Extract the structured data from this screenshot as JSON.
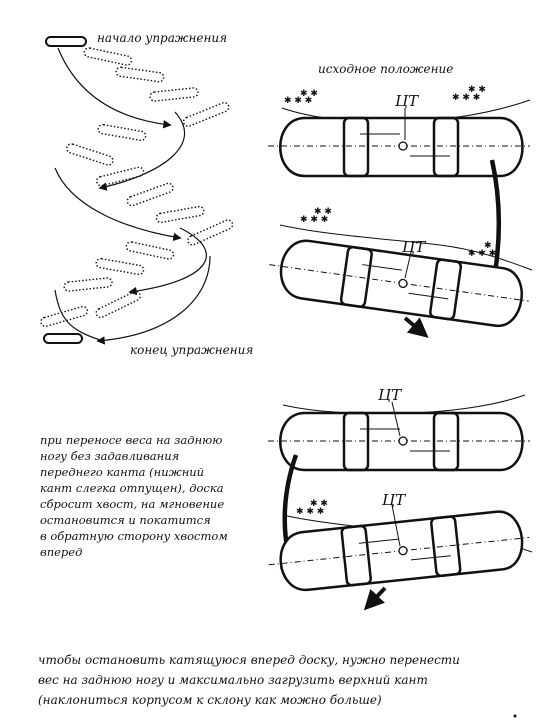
{
  "left_sequence": {
    "start_label": "начало упражнения",
    "end_label": "конец упражнения"
  },
  "right_top": {
    "title": "исходное положение",
    "cg_label_1": "ЦТ",
    "cg_label_2": "ЦТ"
  },
  "right_bottom": {
    "cg_label_1": "ЦТ",
    "cg_label_2": "ЦТ"
  },
  "middle_text": "при переносе веса на заднюю\nногу без задавливания\nпереднего канта (нижний\nкант слегка отпущен), доска\nсбросит хвост, на мгновение\nостановится и покатится\nв обратную сторону хвостом\nвперед",
  "bottom_text": "чтобы остановить катящуюся вперед доску, нужно перенести\nвес на заднюю ногу и максимально загрузить верхний кант\n(наклониться корпусом к склону как можно больше)",
  "colors": {
    "ink": "#111111",
    "background": "#ffffff"
  }
}
